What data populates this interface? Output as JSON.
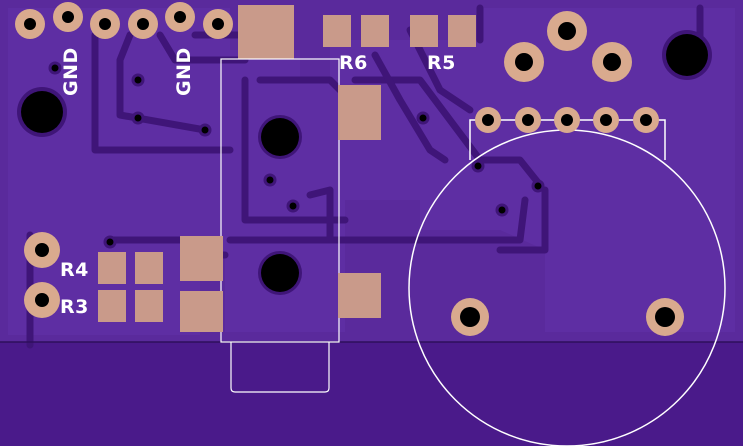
{
  "board": {
    "colors": {
      "substrate": "#4a1a8a",
      "board": "#5a2a9c",
      "copper_pour": "#5e2ea3",
      "trace": "#3f1578",
      "pad": "#d9aa8e",
      "smd_pad": "#c99a8a",
      "silkscreen": "#ffffff",
      "hole": "#000000"
    },
    "labels": {
      "gnd_left": "GND",
      "gnd_right": "GND",
      "r6": "R6",
      "r5": "R5",
      "r4": "R4",
      "r3": "R3"
    },
    "components": [
      "header-pins-top",
      "pushbutton-switch",
      "rotary-encoder",
      "resistor-r6",
      "resistor-r5",
      "resistor-r4",
      "resistor-r3",
      "mounting-hole-left",
      "mounting-hole-right"
    ]
  }
}
